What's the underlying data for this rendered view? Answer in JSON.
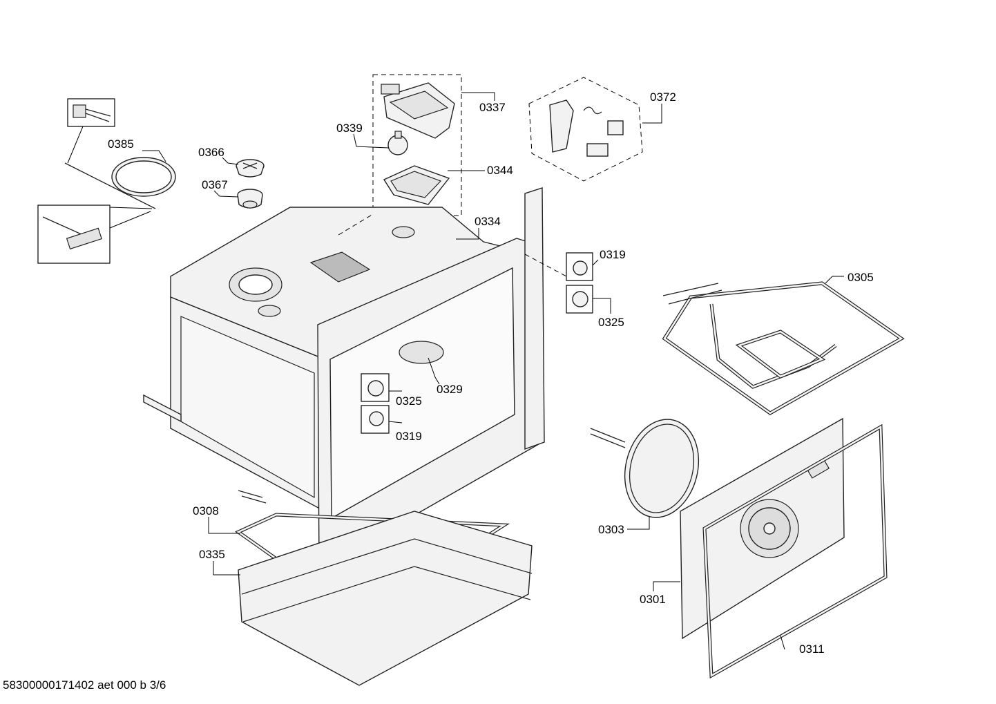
{
  "footer": {
    "document_code": "58300000171402 aet 000 b 3/6"
  },
  "callouts": {
    "c0385": "0385",
    "c0366": "0366",
    "c0367": "0367",
    "c0339": "0339",
    "c0337": "0337",
    "c0344": "0344",
    "c0372": "0372",
    "c0334": "0334",
    "c0319a": "0319",
    "c0325a": "0325",
    "c0305": "0305",
    "c0329": "0329",
    "c0325b": "0325",
    "c0319b": "0319",
    "c0308": "0308",
    "c0335": "0335",
    "c0303": "0303",
    "c0301": "0301",
    "c0311": "0311"
  }
}
